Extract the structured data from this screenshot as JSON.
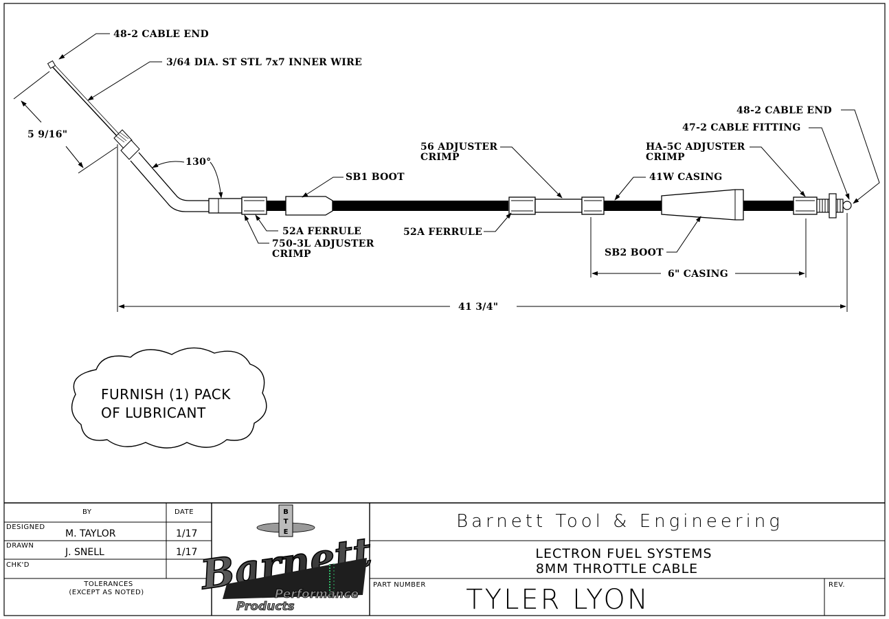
{
  "callouts": {
    "left_cable_end": "48-2 CABLE END",
    "inner_wire": "3/64 DIA. ST STL 7x7 INNER WIRE",
    "angled_length": "5 9/16\"",
    "bend_angle": "130°",
    "sb1_boot": "SB1 BOOT",
    "ferrule_1": "52A FERRULE",
    "adjuster_750_line1": "750-3L ADJUSTER",
    "adjuster_750_line2": "CRIMP",
    "adjuster_56_line1": "56 ADJUSTER",
    "adjuster_56_line2": "CRIMP",
    "ferrule_2": "52A FERRULE",
    "casing_41w": "41W CASING",
    "adjuster_ha5c_line1": "HA-5C ADJUSTER",
    "adjuster_ha5c_line2": "CRIMP",
    "cable_fitting": "47-2 CABLE FITTING",
    "right_cable_end": "48-2 CABLE END",
    "sb2_boot": "SB2 BOOT",
    "casing_length": "6\" CASING",
    "overall_length": "41 3/4\""
  },
  "note": {
    "line1": "FURNISH (1) PACK",
    "line2": "OF LUBRICANT"
  },
  "title_block": {
    "by_header": "BY",
    "date_header": "DATE",
    "designed_label": "DESIGNED",
    "designed_by": "M. TAYLOR",
    "designed_date": "1/17",
    "drawn_label": "DRAWN",
    "drawn_by": "J. SNELL",
    "drawn_date": "1/17",
    "checked_label": "CHK'D",
    "tolerances_line1": "TOLERANCES",
    "tolerances_line2": "(EXCEPT AS NOTED)",
    "company": "Barnett Tool & Engineering",
    "project_line1": "LECTRON FUEL SYSTEMS",
    "project_line2": "8MM THROTTLE CABLE",
    "part_number_label": "PART NUMBER",
    "part_number": "TYLER LYON",
    "rev_label": "REV.",
    "logo_emblem": "BTE",
    "logo_name": "Barnett",
    "logo_tagline_1": "Performance",
    "logo_tagline_2": "Products"
  }
}
